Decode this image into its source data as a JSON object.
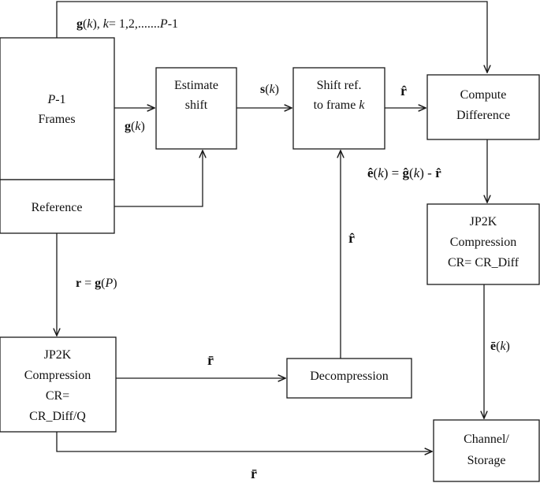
{
  "nodes": {
    "frames": {
      "line1_italic": "P",
      "line1_rest": "-1",
      "line2": "Frames"
    },
    "reference": {
      "label": "Reference"
    },
    "estimate_shift": {
      "line1": "Estimate",
      "line2": "shift"
    },
    "shift_ref": {
      "line1": "Shift ref.",
      "line2_text": "to frame ",
      "line2_italic": "k"
    },
    "compute_diff": {
      "line1": "Compute",
      "line2": "Difference"
    },
    "jp2k_diff": {
      "line1": "JP2K",
      "line2": "Compression",
      "line3": "CR= CR_Diff"
    },
    "jp2k_ref": {
      "line1": "JP2K",
      "line2": "Compression",
      "line3": "CR=",
      "line4": "CR_Diff/Q"
    },
    "decompression": {
      "label": "Decompression"
    },
    "channel": {
      "line1": "Channel/",
      "line2": "Storage"
    }
  },
  "labels": {
    "top_g": {
      "bold": "g",
      "open": "(",
      "var": "k",
      "close": "), ",
      "var2": "k",
      "rest": "= 1,2,.......",
      "p": "P",
      "tail": "-1"
    },
    "g_k": {
      "bold": "g",
      "open": "(",
      "var": "k",
      "close": ")"
    },
    "s_k": {
      "bold": "s",
      "open": "(",
      "var": "k",
      "close": ")"
    },
    "r_hat_1": {
      "bold": "r̂"
    },
    "e_hat_eq": {
      "e": "ê",
      "o1": "(",
      "k1": "k",
      "c1": ") = ",
      "g": "ĝ",
      "o2": "(",
      "k2": "k",
      "c2": ") - ",
      "r": "r̂"
    },
    "r_hat_2": {
      "bold": "r̂"
    },
    "r_eq": {
      "r": "r",
      "eq": " = ",
      "g": "g",
      "o": "(",
      "p": "P",
      "c": ")"
    },
    "r_bar_1": {
      "bold": "r̄"
    },
    "e_bar_k": {
      "bold": "ē",
      "open": "(",
      "var": "k",
      "close": ")"
    },
    "r_bar_2": {
      "bold": "r̄"
    }
  }
}
